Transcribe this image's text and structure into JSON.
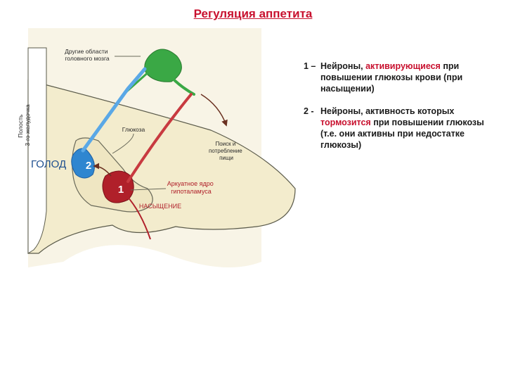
{
  "title": "Регуляция аппетита",
  "diagram": {
    "labels": {
      "other_brain": "Другие области\nголовного мозга",
      "ventricle": "Полость\n3-го желудочка",
      "glucose": "Глюкоза",
      "search_food": "Поиск и\nпотребление\nпищи",
      "arcuate": "Аркуатное ядро\nгипоталамуса",
      "hunger": "ГОЛОД",
      "satiety": "НАСЫЩЕНИЕ",
      "neuron_1": "1",
      "neuron_2": "2"
    }
  },
  "legend": {
    "item1": {
      "num": "1 –",
      "text_before": "Нейроны, ",
      "text_highlight": "активирующиеся",
      "text_after": " при повышении глюкозы крови (при насыщении)"
    },
    "item2": {
      "num": "2 -",
      "text_before": "Нейроны, активность которых ",
      "text_highlight": "тормозится",
      "text_after": " при повышении глюкозы (т.е. они активны при недостатке глюкозы)"
    }
  },
  "colors": {
    "title": "#c8102e",
    "highlight": "#c8102e",
    "tissue": "#f5f0d8",
    "tissue_stroke": "#5a5a4a",
    "neuron_green": "#3aa845",
    "neuron_blue": "#2f86d0",
    "neuron_red": "#b0202a",
    "arrow": "#6a3020",
    "hunger_text": "#1e4f8f",
    "satiety_text": "#b0202a"
  }
}
